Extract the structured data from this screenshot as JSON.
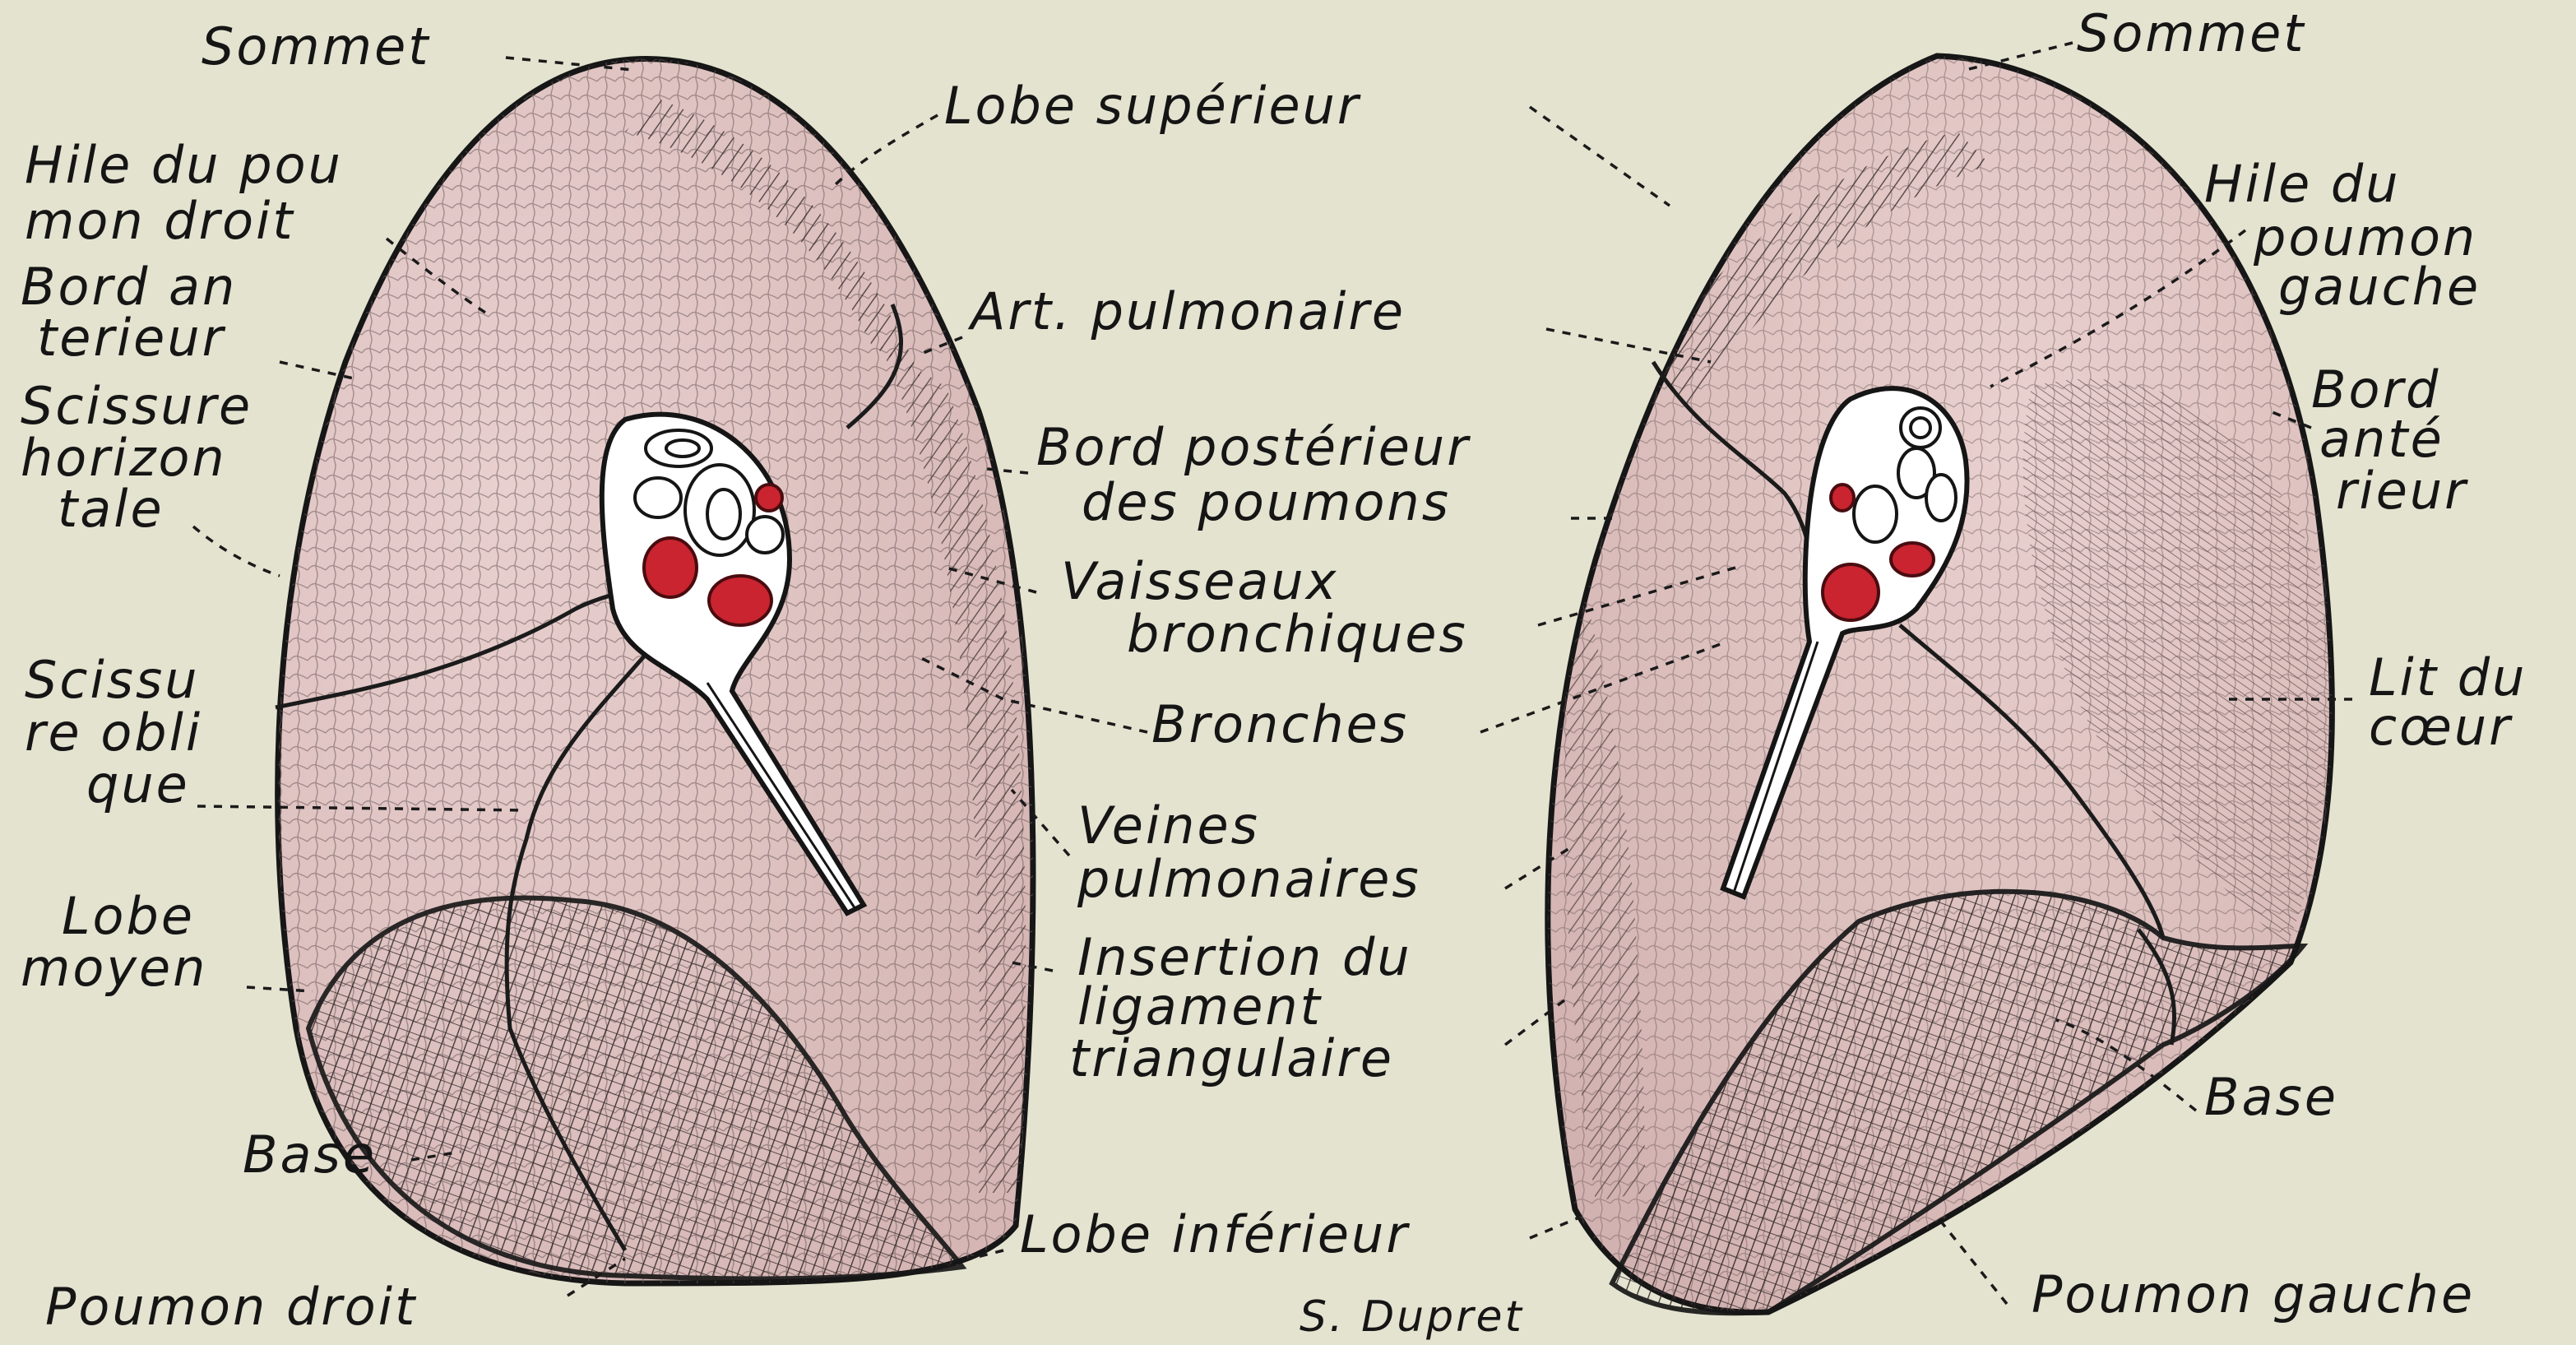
{
  "figure": {
    "signature": "S. Dupret",
    "colors": {
      "background": "#e4e3d0",
      "lung_fill": "#e3c9c9",
      "outline": "#161616",
      "vessel_red": "#c9242f"
    }
  },
  "right_lung": {
    "caption": "Poumon droit",
    "labels": {
      "sommet": "Sommet",
      "hile": [
        "Hile du pou",
        "mon droit"
      ],
      "bord_anterieur": [
        "Bord an",
        "terieur"
      ],
      "scissure_horizontale": [
        "Scissure",
        "horizon",
        "tale"
      ],
      "scissure_oblique": [
        "Scissu",
        "re obli",
        "que"
      ],
      "lobe_moyen": [
        "Lobe",
        "moyen"
      ],
      "base": "Base"
    }
  },
  "left_lung": {
    "caption": "Poumon gauche",
    "labels": {
      "sommet": "Sommet",
      "hile": [
        "Hile du",
        "poumon",
        "gauche"
      ],
      "bord_anterieur": [
        "Bord",
        "anté",
        "rieur"
      ],
      "lit_du_coeur": [
        "Lit du",
        "cœur"
      ],
      "base": "Base"
    }
  },
  "shared_labels": {
    "lobe_superieur": "Lobe supérieur",
    "art_pulmonaire": "Art. pulmonaire",
    "bord_posterieur": [
      "Bord postérieur",
      "des poumons"
    ],
    "vaisseaux_bronchiques": [
      "Vaisseaux",
      "bronchiques"
    ],
    "bronches": "Bronches",
    "veines_pulmonaires": [
      "Veines",
      "pulmonaires"
    ],
    "insertion_ligament": [
      "Insertion du",
      "ligament",
      "triangulaire"
    ],
    "lobe_inferieur": "Lobe inférieur"
  }
}
